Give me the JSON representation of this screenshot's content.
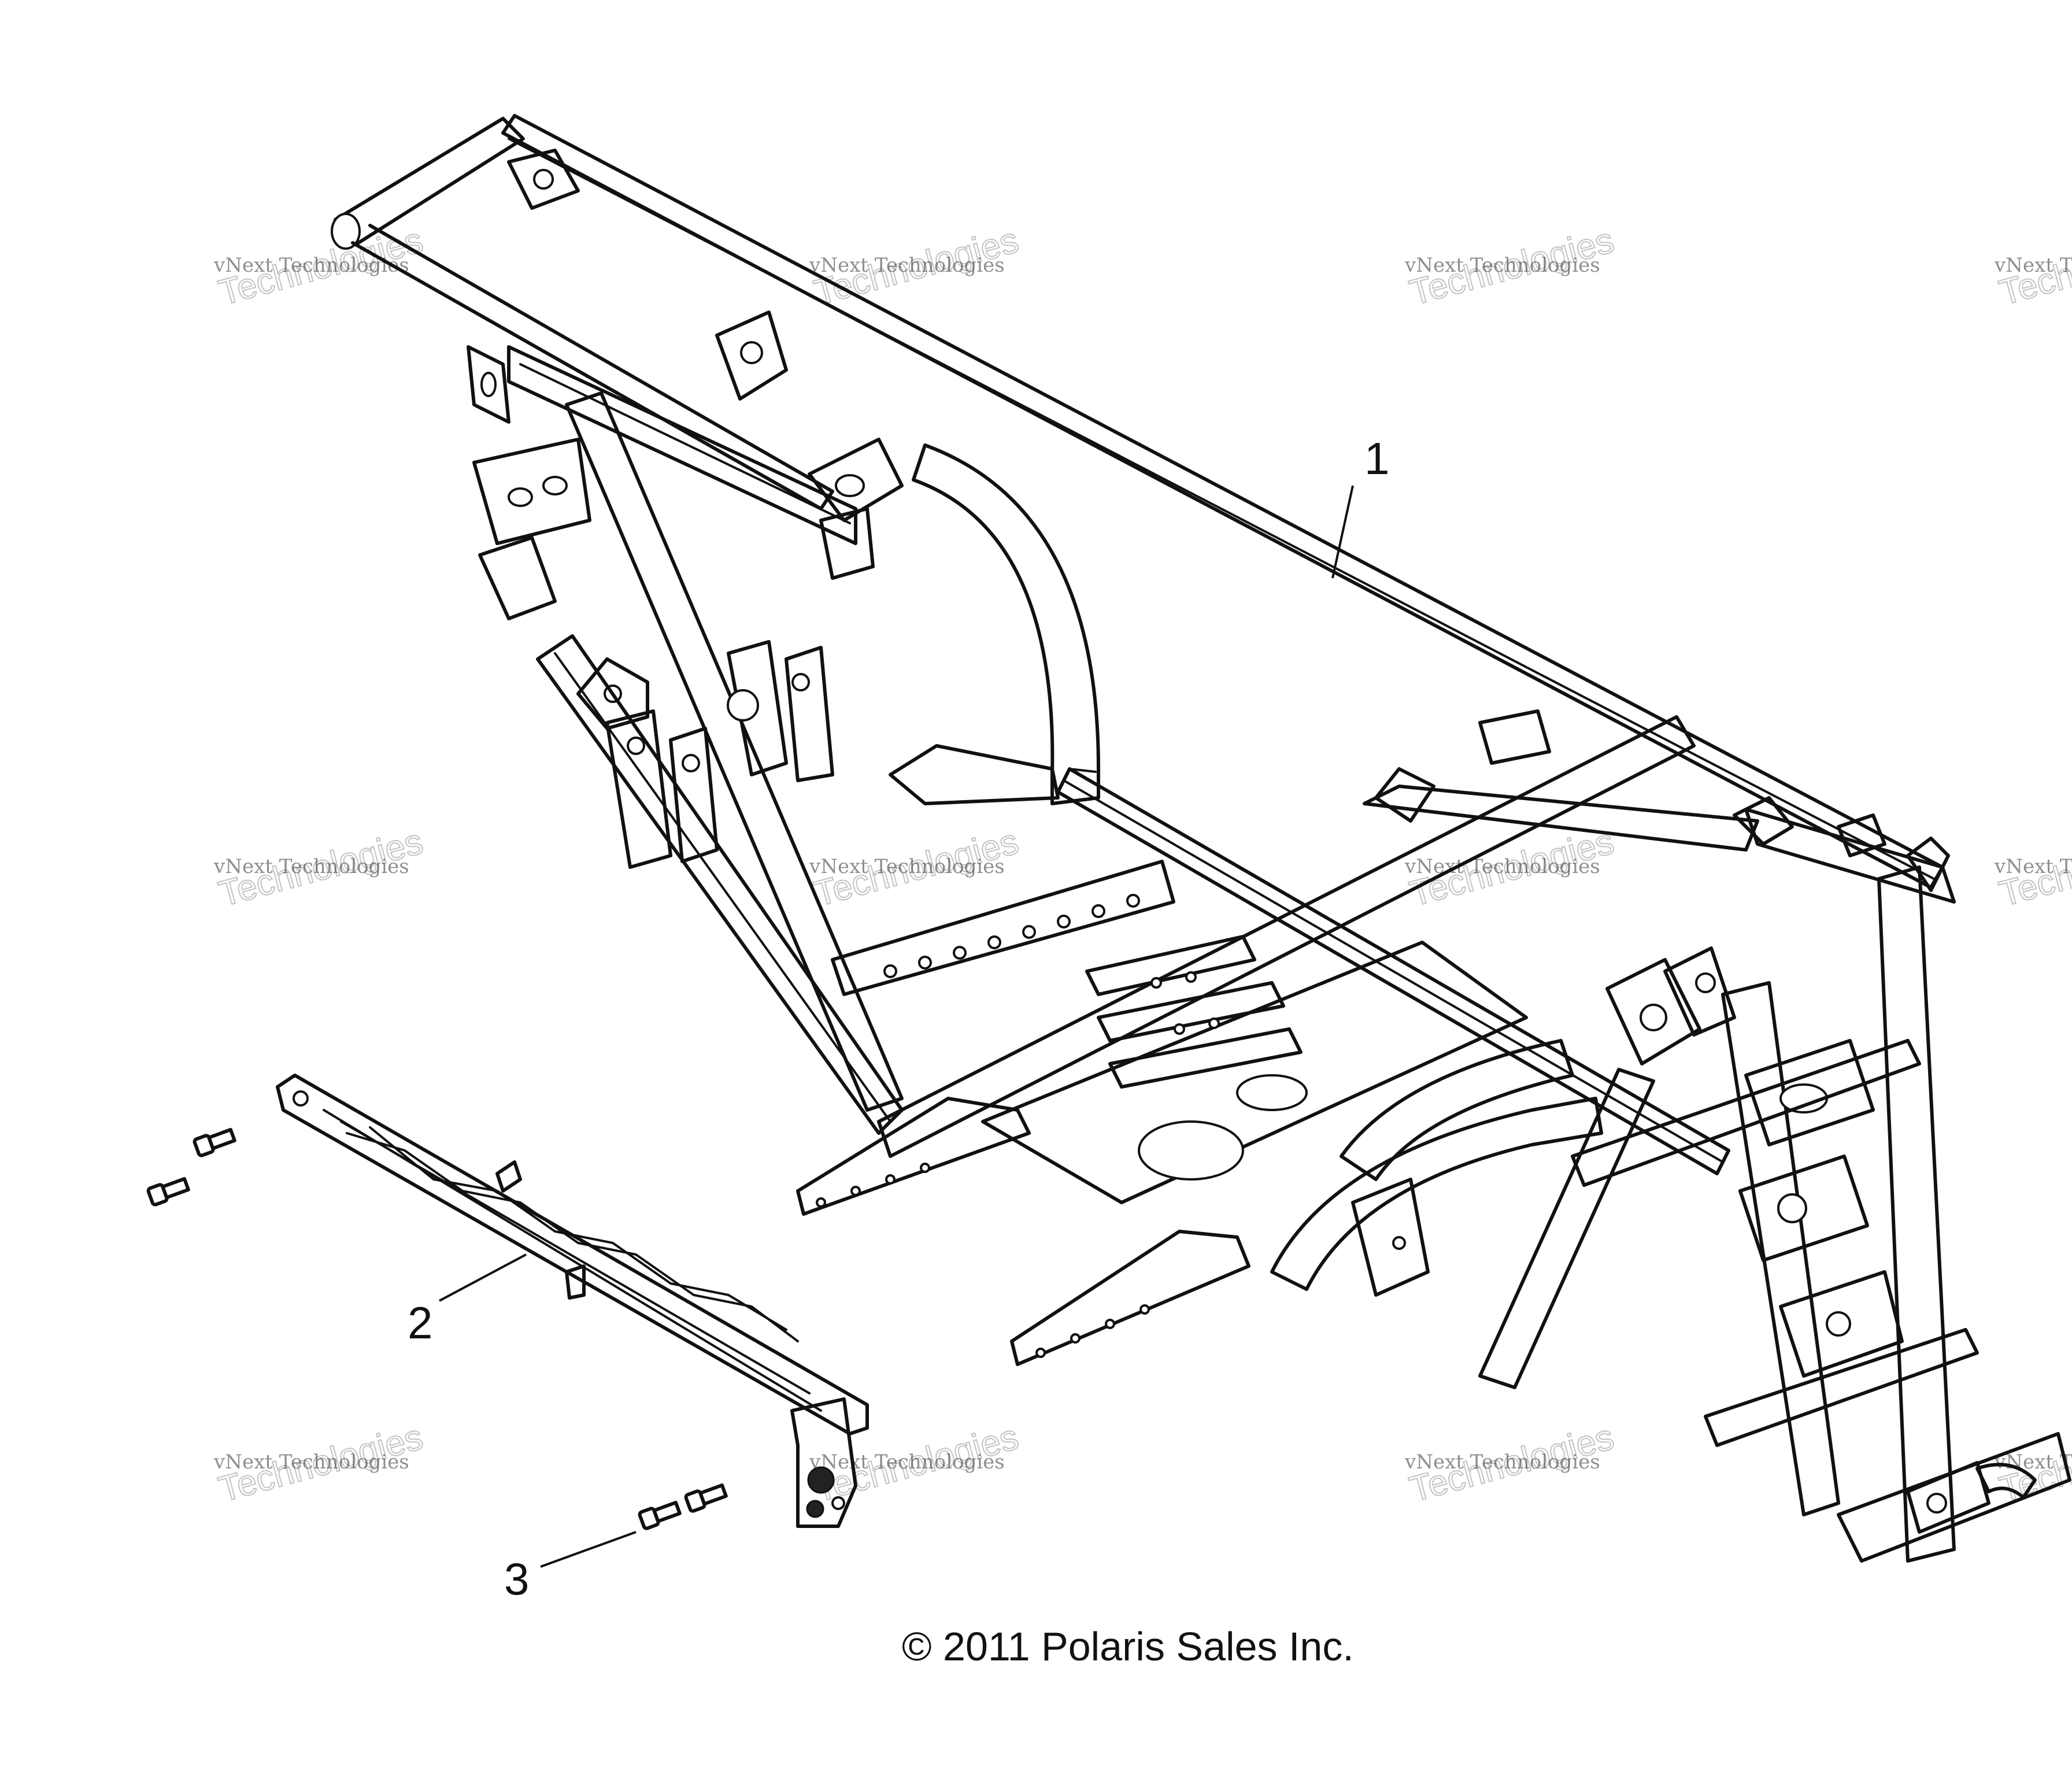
{
  "callouts": [
    {
      "number": "1",
      "part": "frame"
    },
    {
      "number": "2",
      "part": "rail"
    },
    {
      "number": "3",
      "part": "bolts"
    }
  ],
  "callout_labels": {
    "one": "1",
    "two": "2",
    "three": "3"
  },
  "watermark": {
    "line1": "vNext Technologies",
    "line2": "vNext",
    "line3": "Technologies"
  },
  "copyright": "© 2011 Polaris Sales Inc.",
  "colors": {
    "line": "#111111",
    "background": "#ffffff"
  }
}
